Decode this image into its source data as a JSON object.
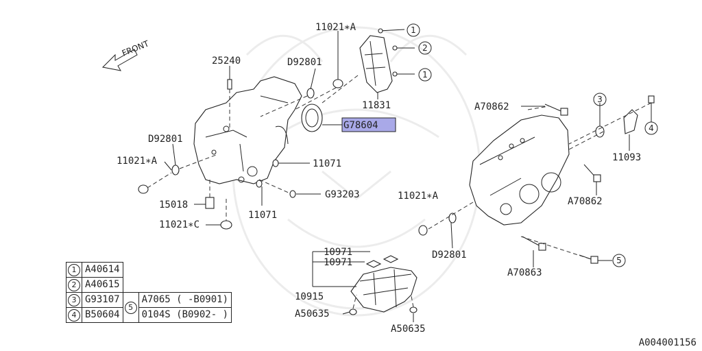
{
  "front_label": "FRONT",
  "highlight_color": "#a9a9e8",
  "labels": {
    "p11021A_top": "11021∗A",
    "p25240": "25240",
    "pD92801_top": "D92801",
    "p11831": "11831",
    "pG78604": "G78604",
    "pD92801_left": "D92801",
    "p11021A_left": "11021∗A",
    "p11071_a": "11071",
    "pG93203": "G93203",
    "p15018": "15018",
    "p11071_b": "11071",
    "p11021C": "11021∗C",
    "pA70862_top": "A70862",
    "p11093": "11093",
    "p11021A_right": "11021∗A",
    "pA70862_right": "A70862",
    "pD92801_right": "D92801",
    "pA70863": "A70863",
    "p10971_a": "10971",
    "p10971_b": "10971",
    "p10915": "10915",
    "pA50635_a": "A50635",
    "pA50635_b": "A50635"
  },
  "callouts": {
    "c1a": "1",
    "c2": "2",
    "c1b": "1",
    "c3": "3",
    "c4": "4",
    "c5": "5"
  },
  "legend": {
    "rows": [
      {
        "num": "1",
        "part": "A40614"
      },
      {
        "num": "2",
        "part": "A40615"
      },
      {
        "num": "3",
        "part": "G93107"
      },
      {
        "num": "4",
        "part": "B50604"
      }
    ],
    "row5_num": "5",
    "row5_options": [
      "A7065 ( -B0901)",
      "0104S (B0902- )"
    ]
  },
  "diagram_code": "A004001156"
}
